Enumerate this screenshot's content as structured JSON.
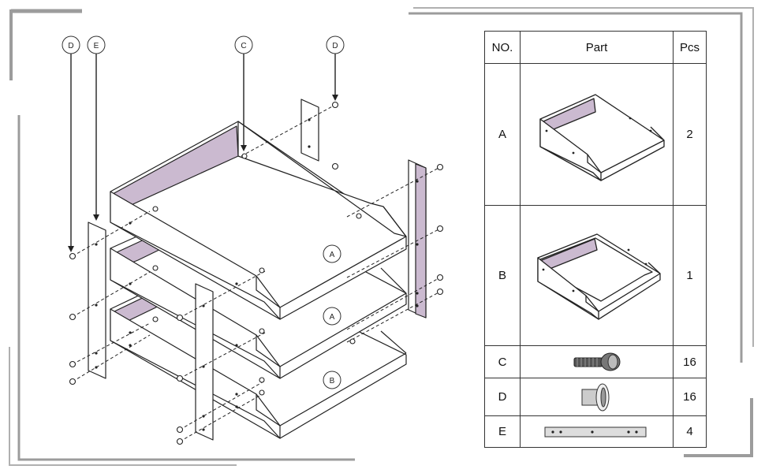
{
  "callouts": {
    "d_left": "D",
    "e_left": "E",
    "c_top": "C",
    "d_top": "D",
    "tray_top": "A",
    "tray_mid": "A",
    "tray_bottom": "B"
  },
  "parts_table": {
    "headers": {
      "no": "NO.",
      "part": "Part",
      "pcs": "Pcs"
    },
    "rows": [
      {
        "no": "A",
        "pcs": "2",
        "icon": "tray-a-icon"
      },
      {
        "no": "B",
        "pcs": "1",
        "icon": "tray-b-icon"
      },
      {
        "no": "C",
        "pcs": "16",
        "icon": "screw-icon"
      },
      {
        "no": "D",
        "pcs": "16",
        "icon": "barrel-nut-icon"
      },
      {
        "no": "E",
        "pcs": "4",
        "icon": "side-bar-icon"
      }
    ]
  },
  "colors": {
    "tray_inner": "#cbbad0",
    "line": "#222222",
    "frame": "#9a9a9a"
  }
}
